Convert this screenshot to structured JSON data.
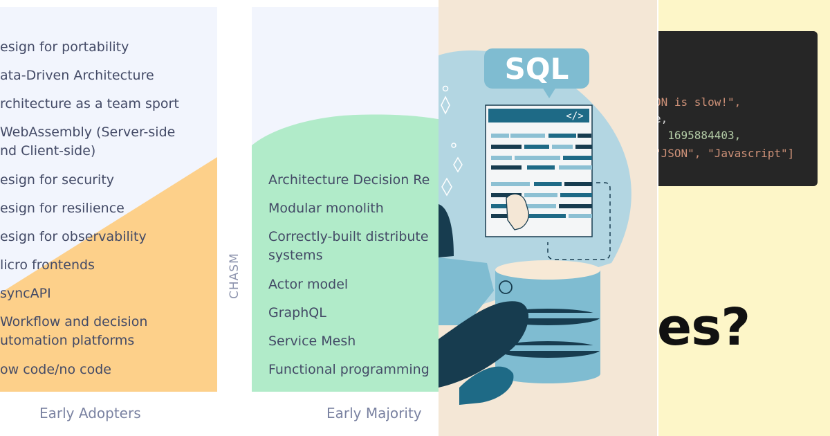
{
  "adoption_chart": {
    "early_adopters_items": [
      "esign for portability",
      "ata-Driven Architecture",
      "rchitecture as a team sport",
      "WebAssembly (Server-side",
      "nd Client-side)",
      "esign for security",
      "esign for resilience",
      "esign for observability",
      "licro frontends",
      "syncAPI",
      "Workflow and decision",
      "utomation platforms",
      "ow code/no code"
    ],
    "early_majority_items": [
      "Architecture Decision Re",
      "Modular monolith",
      "Correctly-built distribute",
      "systems",
      "Actor model",
      "GraphQL",
      "Service Mesh",
      "Functional programming"
    ],
    "chasm_label": "CHASM",
    "label_early_adopters": "Early Adopters",
    "label_early_majority": "Early Majority",
    "colors": {
      "card": "#f2f5fd",
      "adopters_fill": "#fdd08a",
      "majority_fill": "#b1ebc9",
      "text": "#434a66"
    }
  },
  "sql_illustration": {
    "bubble_text": "SQL",
    "code_tag": "</>",
    "colors": {
      "background": "#f4e7d6",
      "navy": "#173c4f",
      "teal": "#8cc0d3",
      "light": "#b3d6e2"
    }
  },
  "json_panel": {
    "code_lines": [
      {
        "text": "ON is slow!\",",
        "color": "#ce9178"
      },
      {
        "text": "e,",
        "color": "#d4d4d4"
      },
      {
        "text": ": 1695884403,",
        "color": "#b5cea8"
      },
      {
        "text": "\"JSON\", \"Javascript\"]",
        "color": "#ce9178"
      }
    ],
    "headline_fragment": "es?",
    "colors": {
      "background": "#fdf6c8",
      "code_bg": "#262626"
    }
  }
}
